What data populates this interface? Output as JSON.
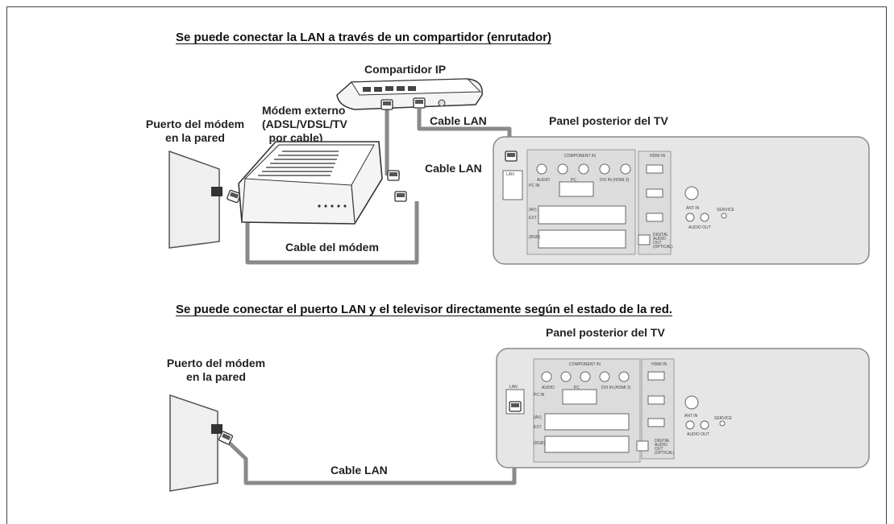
{
  "section1": {
    "heading": "Se puede conectar la LAN a través de un compartidor (enrutador)",
    "router_label": "Compartidor IP",
    "modem_label_lines": [
      "Módem externo",
      "(ADSL/VDSL/TV",
      "por cable)"
    ],
    "wall_label_lines": [
      "Puerto del módem",
      "en la pared"
    ],
    "cable_lan_top": "Cable LAN",
    "cable_lan_mid": "Cable LAN",
    "cable_modem": "Cable del módem",
    "tv_panel_label": "Panel posterior del TV"
  },
  "section2": {
    "heading": "Se puede conectar el puerto LAN y el televisor directamente según el estado de la red.",
    "wall_label_lines": [
      "Puerto del módem",
      "en la pared"
    ],
    "cable_lan": "Cable LAN",
    "tv_panel_label": "Panel posterior del TV"
  },
  "tv_panel": {
    "component_in": "COMPONENT IN",
    "audio": "AUDIO",
    "pc": "PC",
    "dvi_in": "DVI IN (HDMI 2)",
    "hdmi_in": "HDMI IN",
    "lan": "LAN",
    "ant_in": "ANT IN",
    "audio_out": "AUDIO OUT",
    "service": "SERVICE",
    "digital_audio_out_lines": [
      "DIGITAL",
      "AUDIO",
      "OUT",
      "(OPTICAL)"
    ],
    "ext": "EXT",
    "av": "(AV)",
    "rgb": "(RGB)",
    "pc_in": "PC IN"
  },
  "colors": {
    "cable": "#8a8a8a",
    "panel_fill": "#e6e6e6",
    "panel_stroke": "#888888",
    "wall_fill": "#efefef",
    "connector": "#555555"
  }
}
